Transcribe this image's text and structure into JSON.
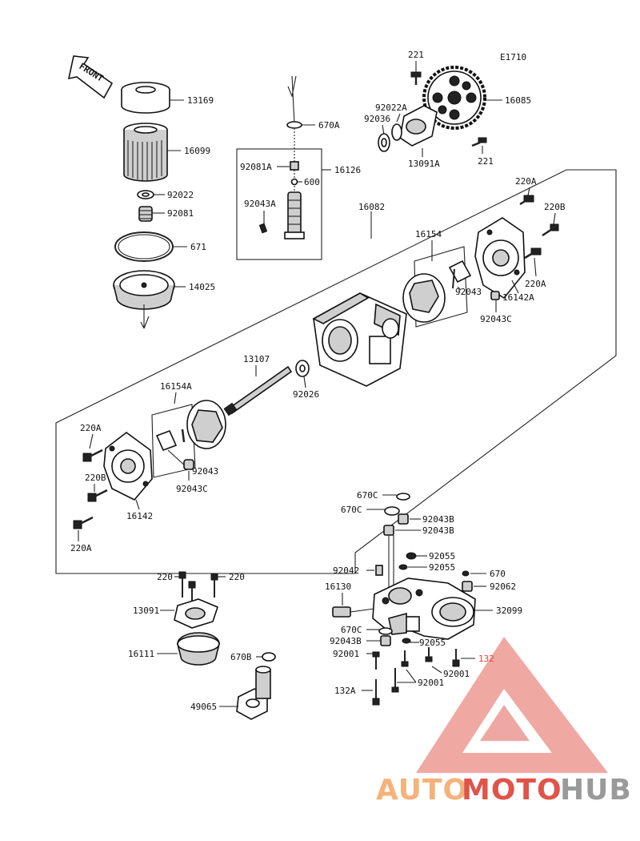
{
  "diagram": {
    "code": "E1710",
    "front_label": "FRONT",
    "colors": {
      "line": "#222222",
      "watermark_red": "#e0544a",
      "watermark_orange": "#f5b27a",
      "watermark_gray": "#9a9a9a",
      "callout_red": "#d9413a"
    }
  },
  "labels": {
    "l13169": "13169",
    "l16099": "16099",
    "l92022": "92022",
    "l92081": "92081",
    "l671": "671",
    "l14025": "14025",
    "l670A": "670A",
    "l92081A": "92081A",
    "l16126": "16126",
    "l600": "600",
    "l92043A": "92043A",
    "l221a": "221",
    "l221b": "221",
    "l92022A": "92022A",
    "l92036": "92036",
    "l16085": "16085",
    "l13091A": "13091A",
    "l16082": "16082",
    "l220A_top": "220A",
    "l220B_top": "220B",
    "l16154": "16154",
    "l92043_top": "92043",
    "l220A_mid": "220A",
    "l16142A": "16142A",
    "l92043C_top": "92043C",
    "l13107": "13107",
    "l92026": "92026",
    "l16154A": "16154A",
    "l220A_left": "220A",
    "l220B_left": "220B",
    "l16142": "16142",
    "l220A_bot": "220A",
    "l92043_left": "92043",
    "l92043C_left": "92043C",
    "l220_left": "220",
    "l220_right": "220",
    "l13091": "13091",
    "l16111": "16111",
    "l670B": "670B",
    "l49065": "49065",
    "l670C_1": "670C",
    "l670C_2": "670C",
    "l92043B_1": "92043B",
    "l92043B_2": "92043B",
    "l92055_1": "92055",
    "l92042": "92042",
    "l92055_2": "92055",
    "l670": "670",
    "l16130": "16130",
    "l92062": "92062",
    "l32099": "32099",
    "l670C_3": "670C",
    "l92043B_3": "92043B",
    "l92055_3": "92055",
    "l92001_1": "92001",
    "l132": "132",
    "l92001_2": "92001",
    "l92001_3": "92001",
    "l132A": "132A"
  },
  "watermark": {
    "part1": "AUTO",
    "part2": "MOTO",
    "part3": "HUB"
  }
}
